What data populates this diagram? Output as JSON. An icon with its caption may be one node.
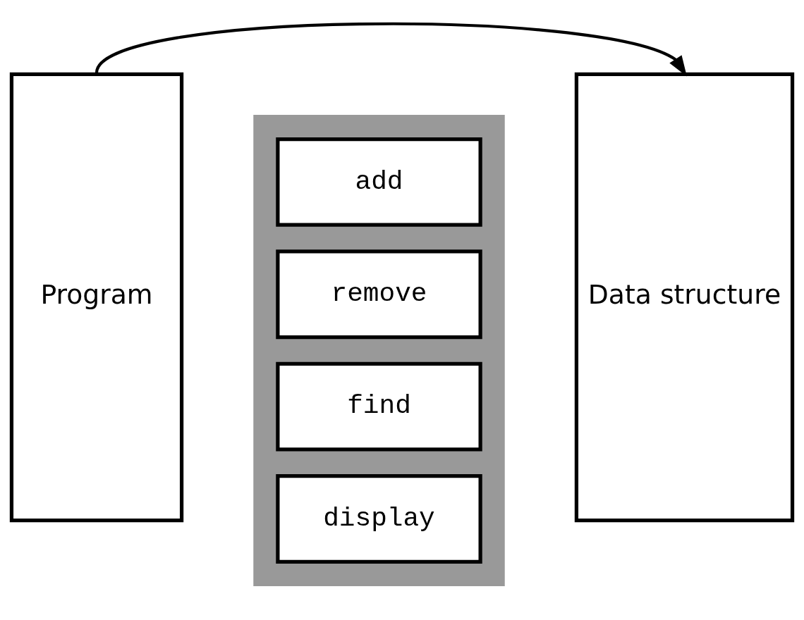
{
  "diagram": {
    "nodes": [
      {
        "text": [
          "Program"
        ]
      },
      {
        "text": [],
        "shape": "box"
      },
      {
        "text": [
          "add"
        ],
        "in": 1
      },
      {
        "text": [
          "remove"
        ],
        "in": 1
      },
      {
        "text": [
          "find"
        ],
        "in": 1
      },
      {
        "text": [
          "display"
        ],
        "in": 1
      },
      {
        "text": [
          "Data structure"
        ]
      }
    ],
    "edges": [
      {
        "from": 0,
        "to": 6,
        "arrow": "to"
      }
    ]
  }
}
